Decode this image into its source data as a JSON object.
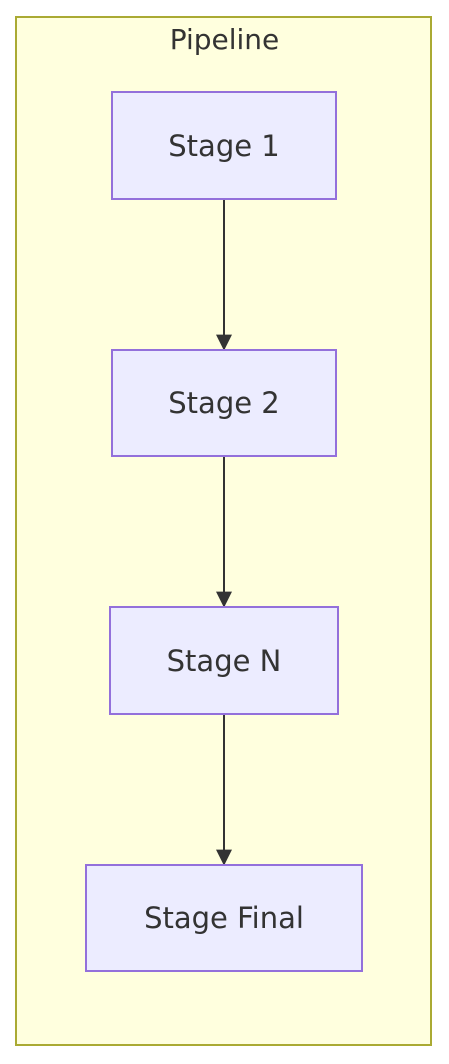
{
  "diagram": {
    "cluster_title": "Pipeline",
    "colors": {
      "cluster_fill": "#ffffde",
      "cluster_stroke": "#aaaa33",
      "node_fill": "#ececff",
      "node_stroke": "#9370db",
      "text": "#333333",
      "edge": "#333333"
    },
    "nodes": [
      {
        "id": "stage1",
        "label": "Stage 1"
      },
      {
        "id": "stage2",
        "label": "Stage 2"
      },
      {
        "id": "stageN",
        "label": "Stage N"
      },
      {
        "id": "stageFinal",
        "label": "Stage Final"
      }
    ],
    "edges": [
      {
        "from": "stage1",
        "to": "stage2"
      },
      {
        "from": "stage2",
        "to": "stageN"
      },
      {
        "from": "stageN",
        "to": "stageFinal"
      }
    ]
  }
}
